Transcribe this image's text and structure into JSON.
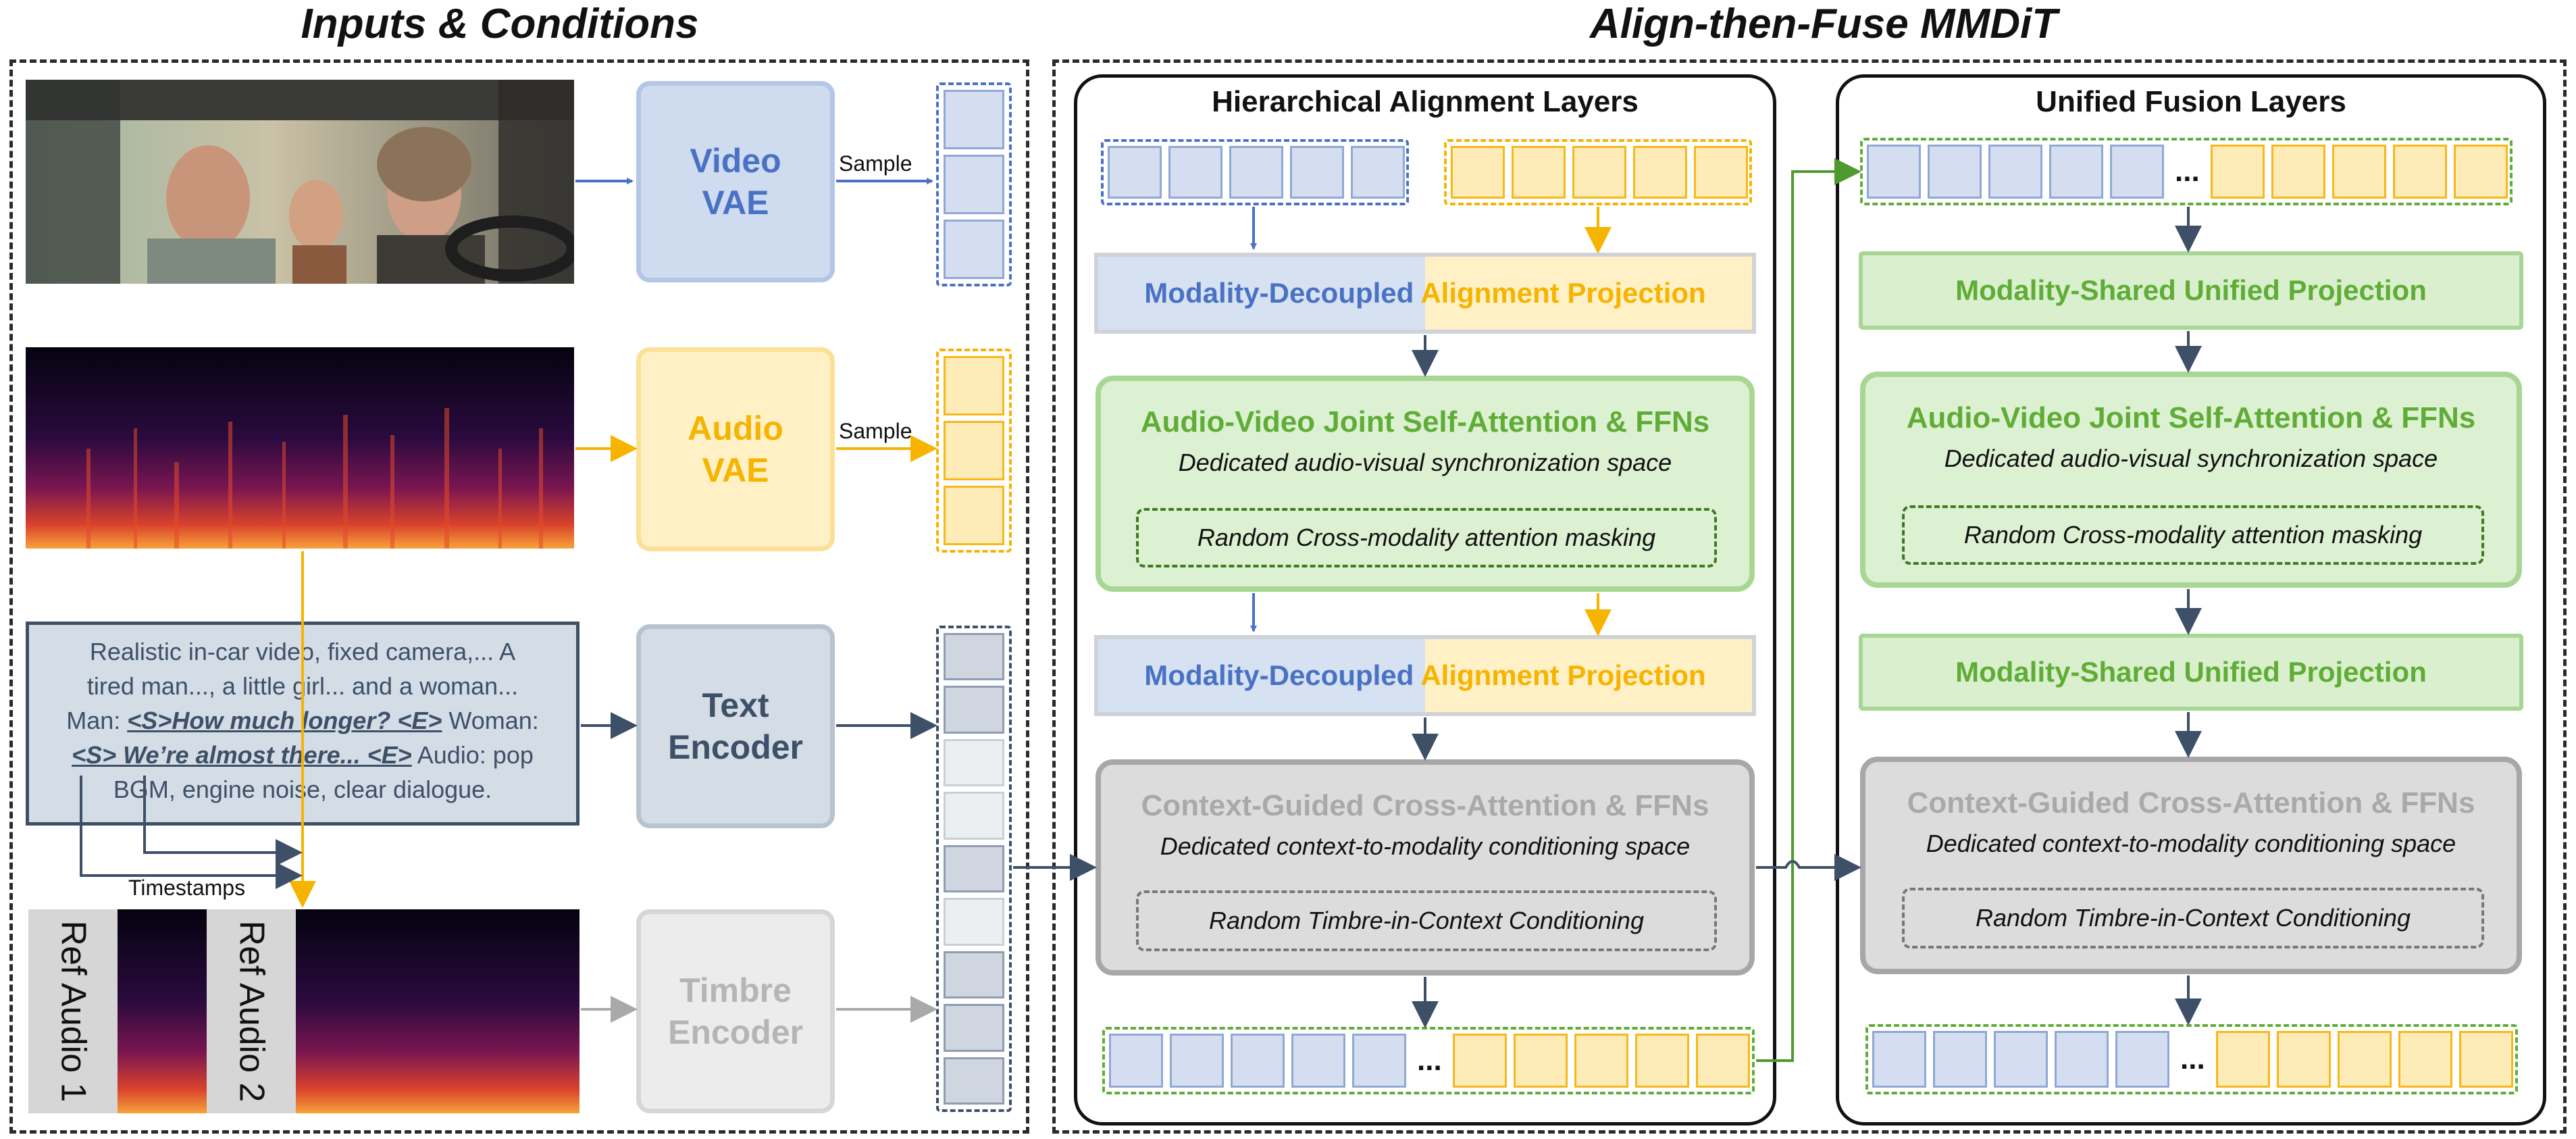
{
  "titles": {
    "inputs": "Inputs & Conditions",
    "mmdit": "Align-then-Fuse MMDiT"
  },
  "encoders": {
    "video": [
      "Video",
      "VAE"
    ],
    "audio": [
      "Audio",
      "VAE"
    ],
    "text": [
      "Text",
      "Encoder"
    ],
    "timbre": [
      "Timbre",
      "Encoder"
    ]
  },
  "labels": {
    "sample": "Sample",
    "timestamps": "Timestamps",
    "ellipsis": "..."
  },
  "prompt": {
    "line1": "Realistic in-car video, fixed camera,... A",
    "line2": "tired man..., a little girl... and a woman...",
    "line3_pre": "Man: ",
    "line3_hl": "<S>How much longer? <E>",
    "line3_post": " Woman:",
    "line4_hl": "<S> We’re almost there... <E>",
    "line4_post": " Audio: pop",
    "line5": "BGM, engine noise, clear dialogue."
  },
  "ref_audio": {
    "ref1": "Ref Audio 1",
    "ref2": "Ref Audio 2"
  },
  "alignment": {
    "title": "Hierarchical Alignment Layers",
    "proj_left": "Modality-Decoupled",
    "proj_right": "Alignment Projection",
    "joint_title": "Audio-Video Joint Self-Attention & FFNs",
    "joint_sub": "Dedicated audio-visual synchronization space",
    "joint_mask": "Random Cross-modality attention masking",
    "ctx_title": "Context-Guided Cross-Attention & FFNs",
    "ctx_sub": "Dedicated context-to-modality conditioning space",
    "ctx_mask": "Random Timbre-in-Context Conditioning"
  },
  "fusion": {
    "title": "Unified Fusion Layers",
    "proj": "Modality-Shared Unified Projection",
    "joint_title": "Audio-Video Joint Self-Attention & FFNs",
    "joint_sub": "Dedicated audio-visual synchronization space",
    "joint_mask": "Random Cross-modality attention masking",
    "ctx_title": "Context-Guided Cross-Attention & FFNs",
    "ctx_sub": "Dedicated context-to-modality conditioning space",
    "ctx_mask": "Random Timbre-in-Context Conditioning"
  },
  "colors": {
    "video_blue": "#4a72c4",
    "audio_yellow": "#f6b400",
    "text_slate": "#3d5068",
    "green": "#5fad36",
    "gray_text": "#a9a9a9"
  }
}
